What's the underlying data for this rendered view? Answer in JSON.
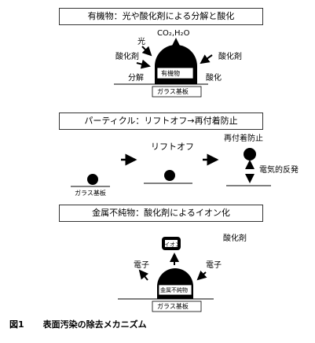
{
  "section1": {
    "banner": "有機物：光や酸化剤による分解と酸化",
    "product": "CO₂,H₂O",
    "light": "光",
    "oxidizer_left": "酸化剤",
    "oxidizer_right": "酸化剤",
    "decompose": "分解",
    "oxidize": "酸化",
    "particle_label": "有機物",
    "substrate": "ガラス基板"
  },
  "section2": {
    "banner": "パーティクル：リフトオフ→再付着防止",
    "liftoff": "リフトオフ",
    "reattach_prevent": "再付着防止",
    "substrate": "ガラス基板",
    "repulsion": "電気的反発"
  },
  "section3": {
    "banner": "金属不純物：酸化剤によるイオン化",
    "ion": "イオン",
    "oxidizer": "酸化剤",
    "electron_left": "電子",
    "electron_right": "電子",
    "particle_label": "金属不純物",
    "substrate": "ガラス基板"
  },
  "caption": {
    "figure_no": "図1",
    "title": "表面汚染の除去メカニズム"
  },
  "colors": {
    "ink": "#000000",
    "line": "#333333"
  }
}
